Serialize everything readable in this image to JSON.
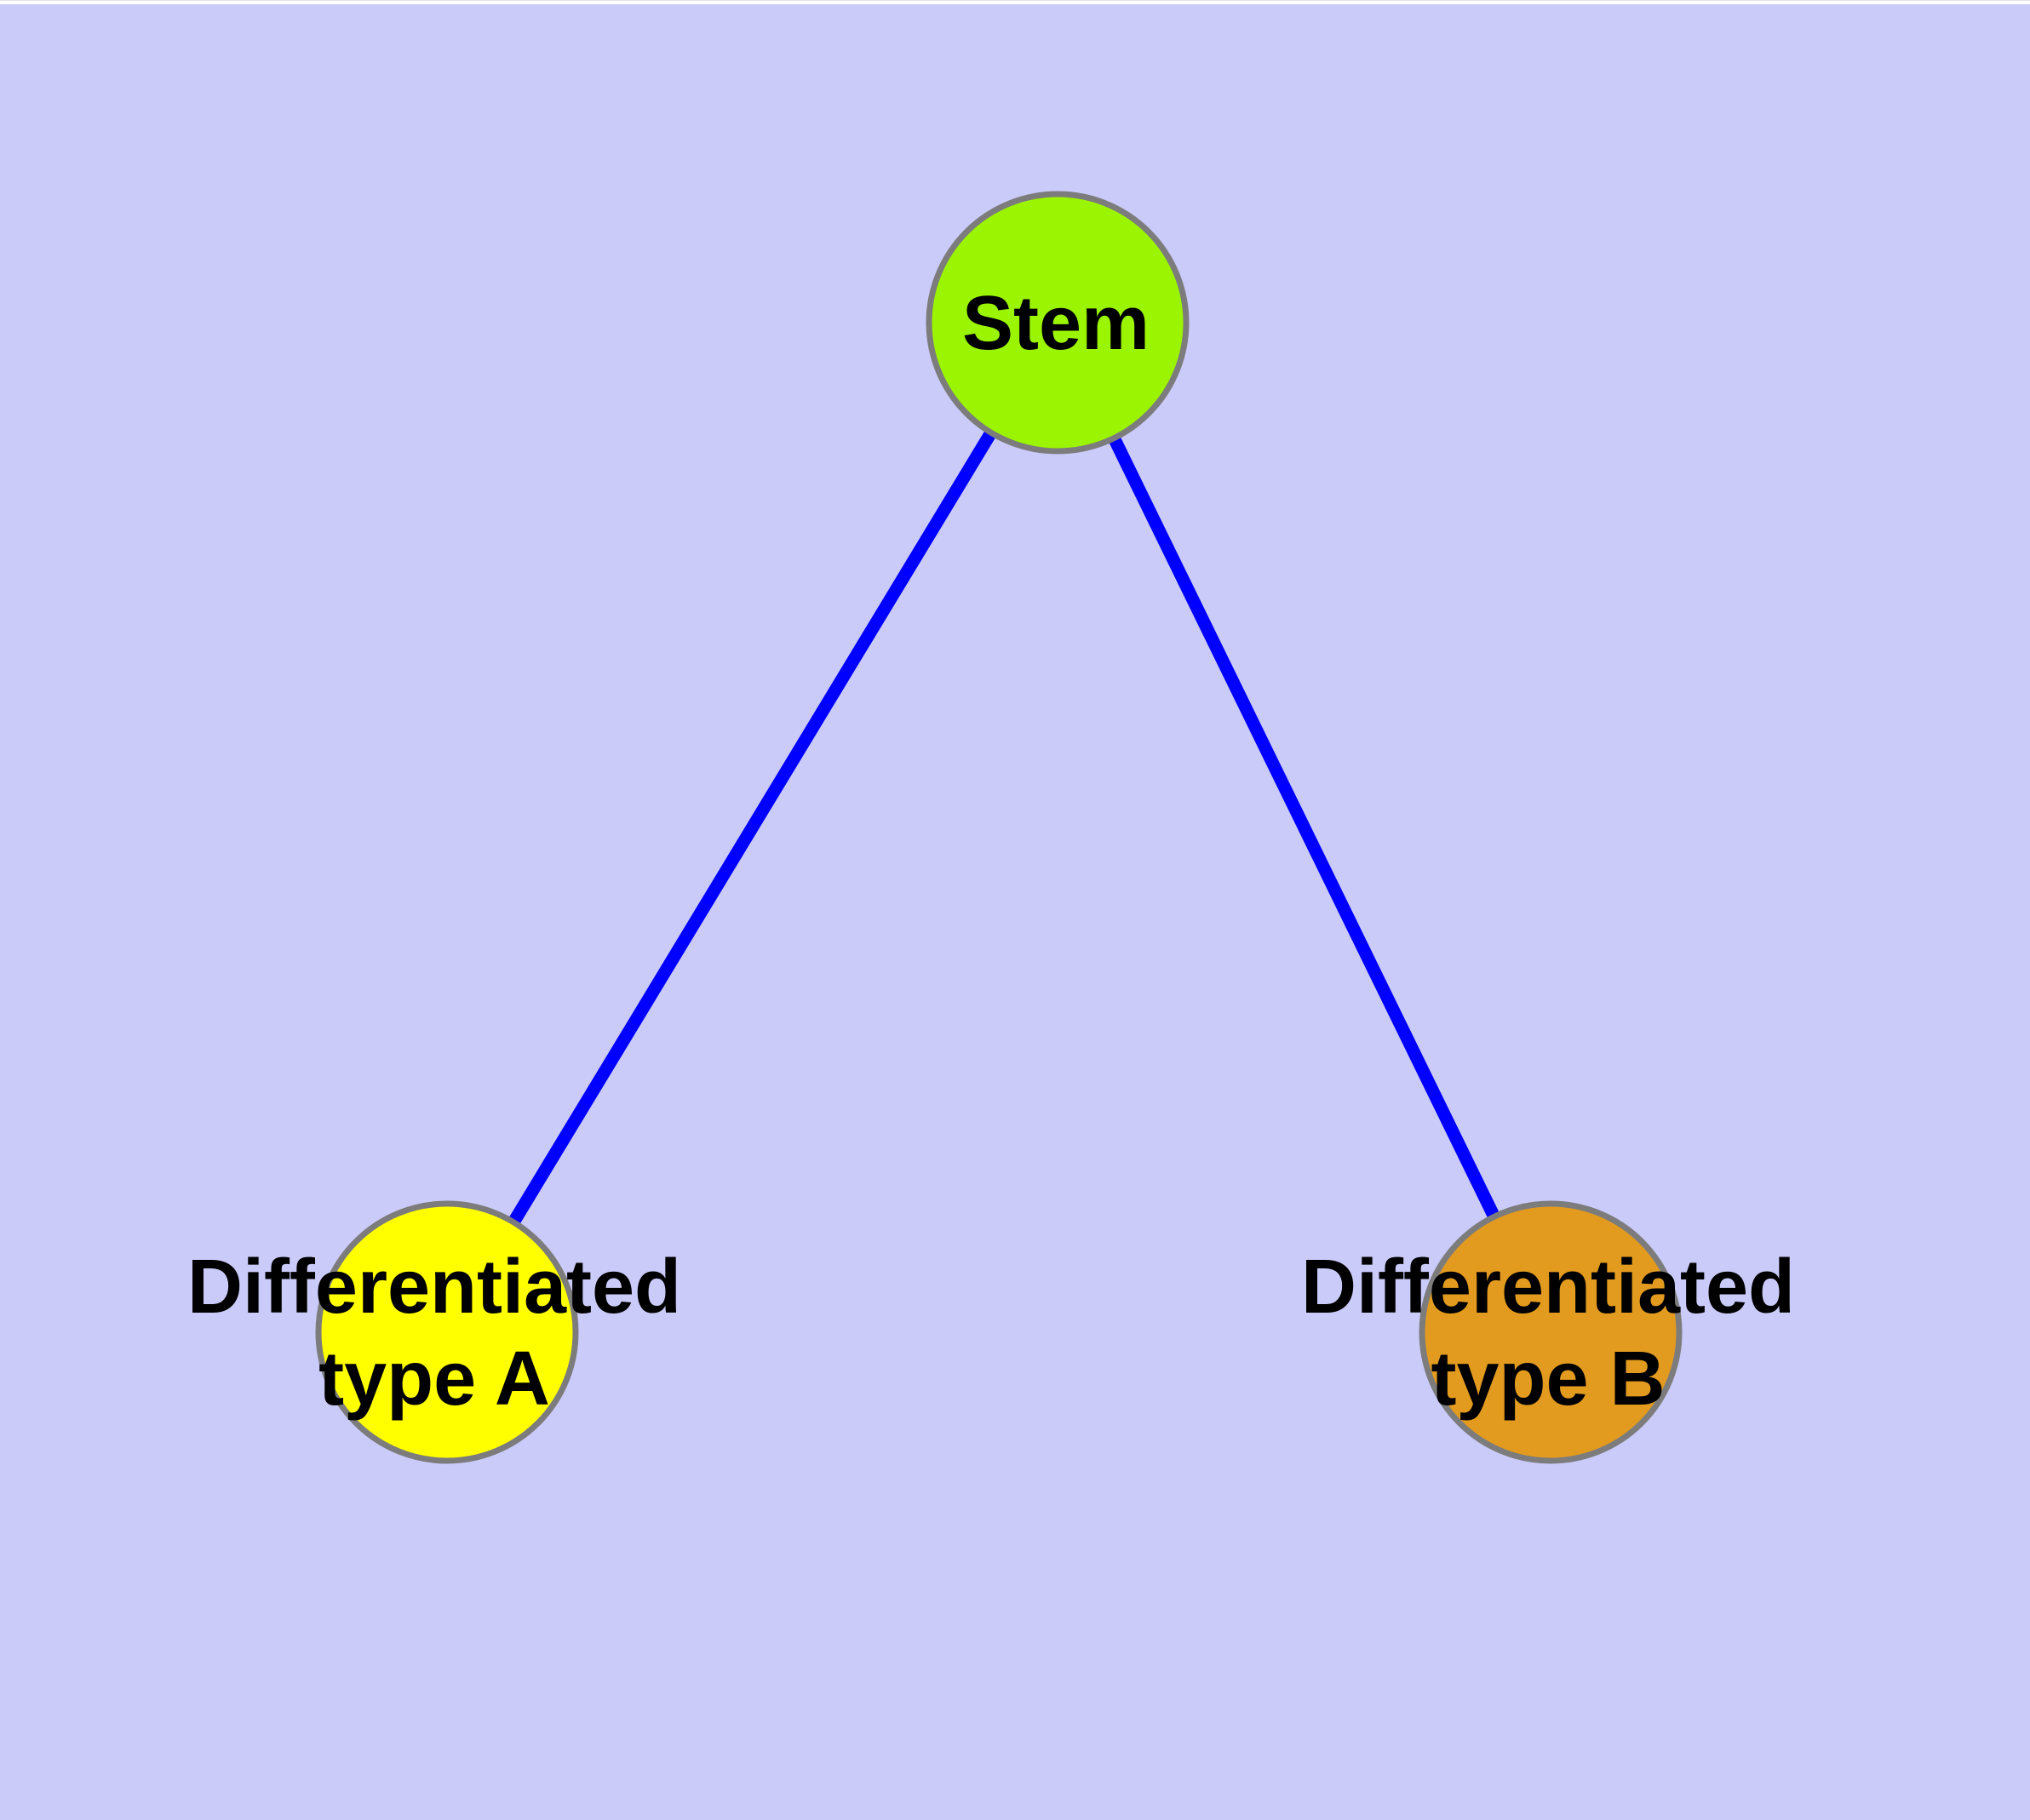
{
  "diagram": {
    "type": "graph",
    "description": "Cell differentiation lineage diagram: a stem node connected to two differentiated cell type nodes",
    "background_color": "#CBCBFA",
    "top_strip_color": "#FFFFFF",
    "top_hairline_color": "#E2E2E2",
    "edge_color": "#0000FF",
    "node_border_color": "#7C7C7C",
    "label_color": "#000000",
    "nodes": [
      {
        "id": "stem",
        "label": "Stem",
        "lines": [
          "Stem"
        ],
        "fill": "#9BF502"
      },
      {
        "id": "type-a",
        "label": "Differentiated type A",
        "lines": [
          "Differentiated",
          "type A"
        ],
        "fill": "#FFFF00"
      },
      {
        "id": "type-b",
        "label": "Differentiated type B",
        "lines": [
          "Differentiated",
          "type B"
        ],
        "fill": "#E39B1F"
      }
    ],
    "edges": [
      {
        "from": "stem",
        "to": "type-a"
      },
      {
        "from": "stem",
        "to": "type-b"
      }
    ]
  }
}
